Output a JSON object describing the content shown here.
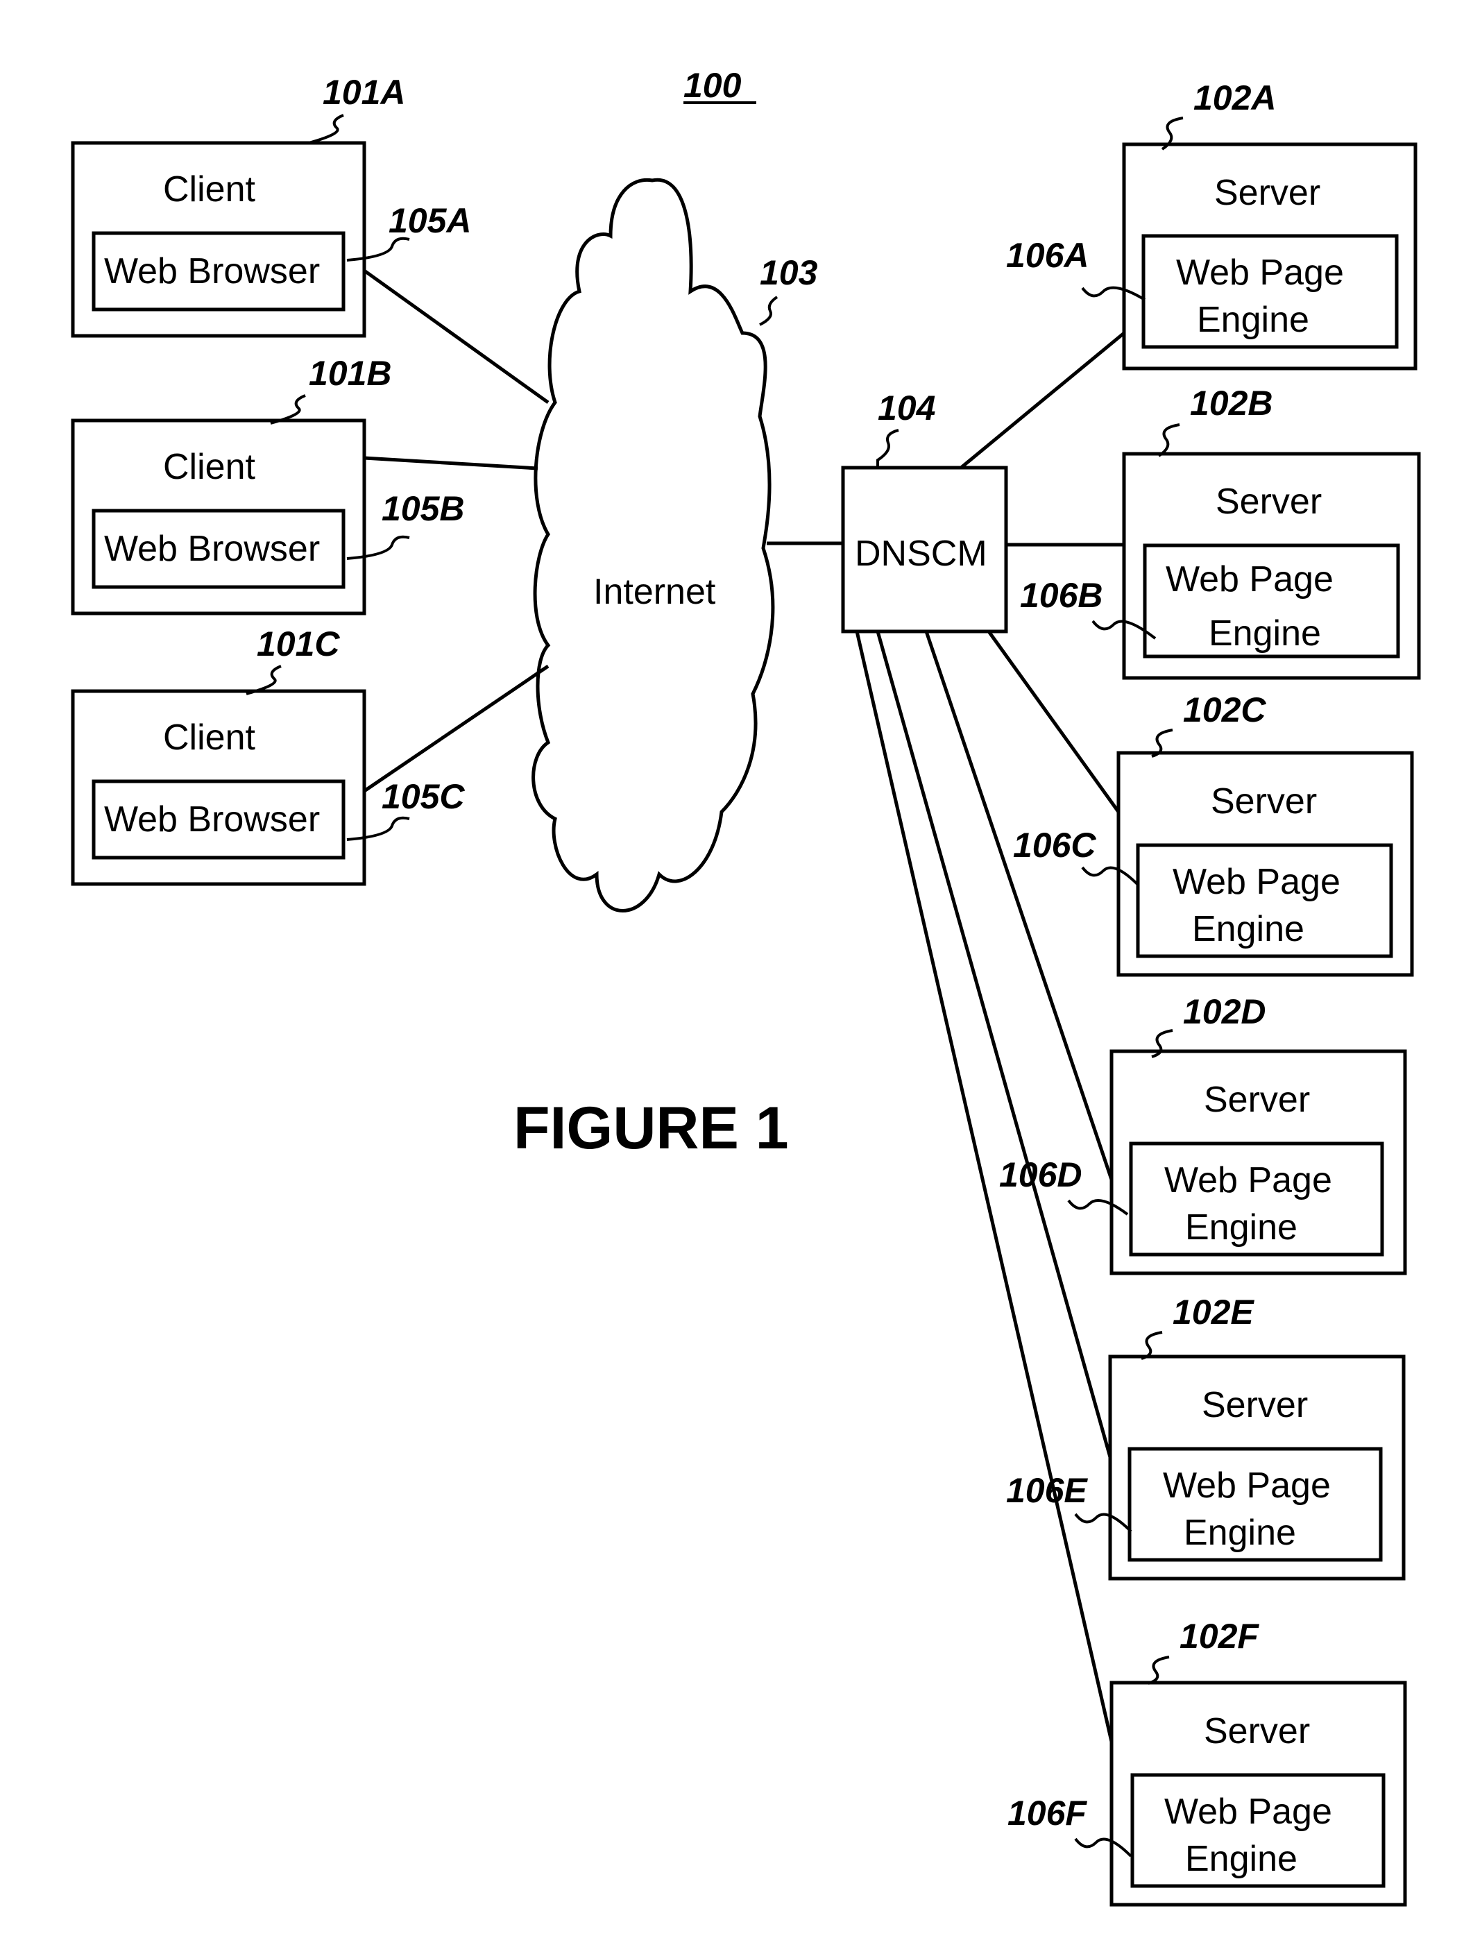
{
  "diagram_number": "100",
  "figure_caption": "FIGURE 1",
  "network": {
    "label": "Internet",
    "ref": "103"
  },
  "dnscm": {
    "label": "DNSCM",
    "ref": "104"
  },
  "clients": [
    {
      "ref": "101A",
      "title": "Client",
      "app": "Web Browser",
      "app_ref": "105A"
    },
    {
      "ref": "101B",
      "title": "Client",
      "app": "Web Browser",
      "app_ref": "105B"
    },
    {
      "ref": "101C",
      "title": "Client",
      "app": "Web Browser",
      "app_ref": "105C"
    }
  ],
  "servers": [
    {
      "ref": "102A",
      "title": "Server",
      "engine_line1": "Web Page",
      "engine_line2": "Engine",
      "engine_ref": "106A"
    },
    {
      "ref": "102B",
      "title": "Server",
      "engine_line1": "Web Page",
      "engine_line2": "Engine",
      "engine_ref": "106B"
    },
    {
      "ref": "102C",
      "title": "Server",
      "engine_line1": "Web Page",
      "engine_line2": "Engine",
      "engine_ref": "106C"
    },
    {
      "ref": "102D",
      "title": "Server",
      "engine_line1": "Web Page",
      "engine_line2": "Engine",
      "engine_ref": "106D"
    },
    {
      "ref": "102E",
      "title": "Server",
      "engine_line1": "Web Page",
      "engine_line2": "Engine",
      "engine_ref": "106E"
    },
    {
      "ref": "102F",
      "title": "Server",
      "engine_line1": "Web Page",
      "engine_line2": "Engine",
      "engine_ref": "106F"
    }
  ]
}
